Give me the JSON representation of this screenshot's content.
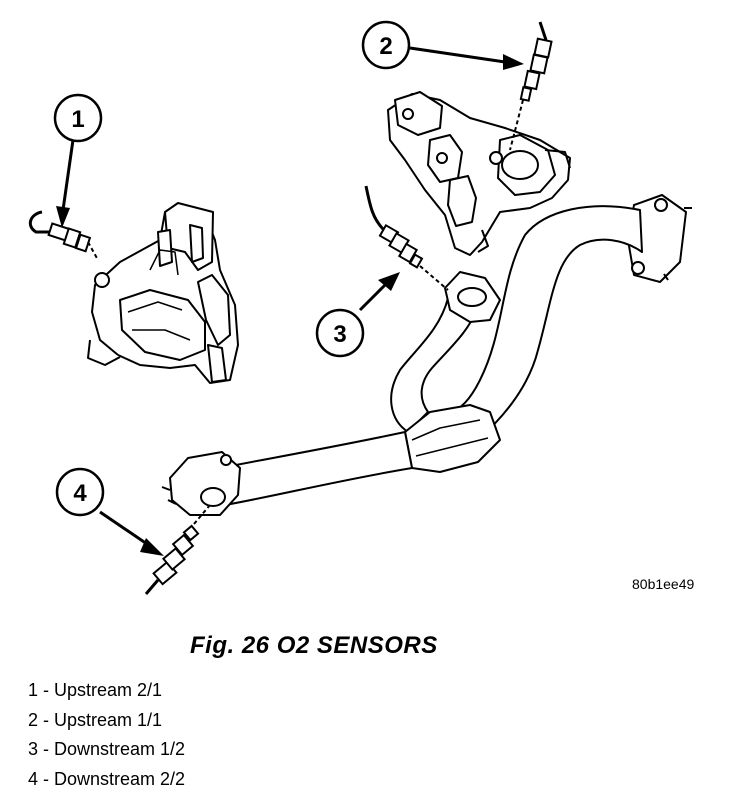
{
  "callouts": [
    {
      "number": "1"
    },
    {
      "number": "2"
    },
    {
      "number": "3"
    },
    {
      "number": "4"
    }
  ],
  "figure_id": "80b1ee49",
  "caption": "Fig. 26 O2 SENSORS",
  "legend": [
    {
      "number": "1",
      "label": "Upstream 2/1"
    },
    {
      "number": "2",
      "label": "Upstream 1/1"
    },
    {
      "number": "3",
      "label": "Downstream 1/2"
    },
    {
      "number": "4",
      "label": "Downstream 2/2"
    }
  ]
}
